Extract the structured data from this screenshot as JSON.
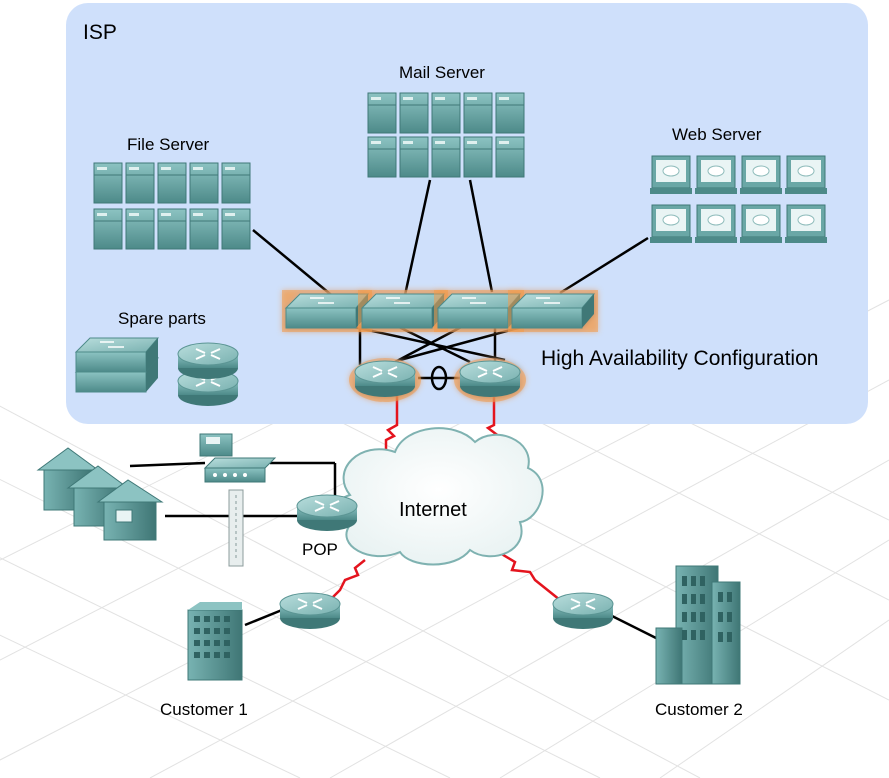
{
  "diagram": {
    "isp_label": "ISP",
    "mail_server_label": "Mail Server",
    "file_server_label": "File Server",
    "web_server_label": "Web Server",
    "spare_parts_label": "Spare parts",
    "ha_label": "High Availability Configuration",
    "internet_label": "Internet",
    "pop_label": "POP",
    "customer1_label": "Customer 1",
    "customer2_label": "Customer 2"
  },
  "colors": {
    "isp_zone": "#cfe0fb",
    "device_teal": "#6aa7a6",
    "device_dark": "#4a8584",
    "highlight_orange": "#e8741e",
    "serial_link_red": "#e4141e",
    "link_black": "#000000",
    "grid": "#e4e4e4"
  }
}
